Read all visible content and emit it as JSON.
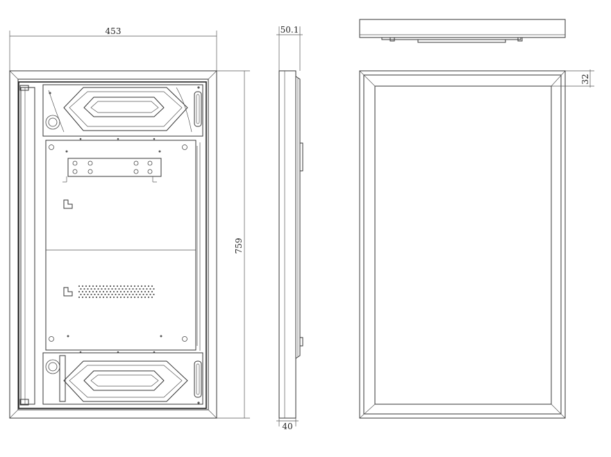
{
  "dimensions": {
    "width": "453",
    "height": "759",
    "depth_top": "50.1",
    "depth_bottom": "40",
    "bezel": "32"
  },
  "colors": {
    "line": "#333333",
    "background": "#ffffff"
  }
}
